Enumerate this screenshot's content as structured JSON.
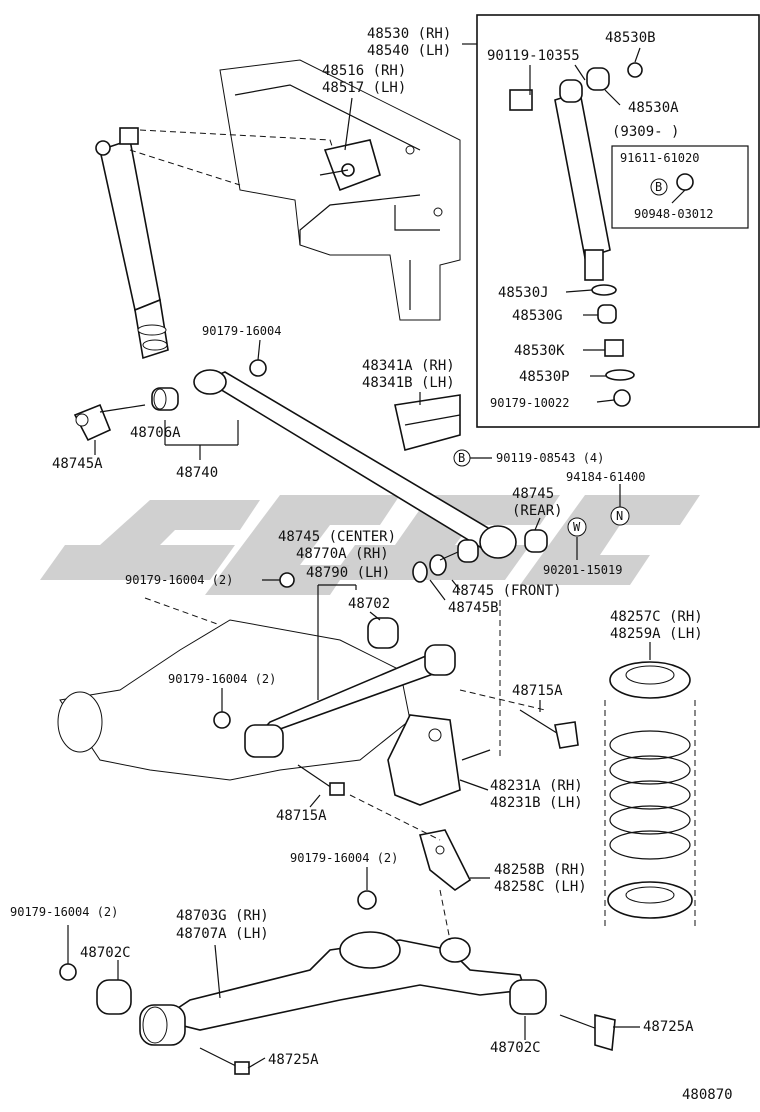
{
  "diagram": {
    "figure_number": "480870",
    "inset": {
      "top_label_rh": "48530 (RH)",
      "top_label_lh": "48540 (LH)",
      "bolt": "90119-10355",
      "bushing_b": "48530B",
      "bushing_a": "48530A",
      "date_range": "(9309-      )",
      "bolt2": "91611-61020",
      "circle_b": "B",
      "washer": "90948-03012",
      "part_j": "48530J",
      "part_g": "48530G",
      "part_k": "48530K",
      "part_p": "48530P",
      "nut": "90179-10022"
    },
    "labels": {
      "bracket_rh": "48516 (RH)",
      "bracket_lh": "48517 (LH)",
      "nut_upper": "90179-16004",
      "bump_rh": "48341A (RH)",
      "bump_lh": "48341B (LH)",
      "bushing_706a": "48706A",
      "bolt_745a": "48745A",
      "rod_740": "48740",
      "circle_b2": "B",
      "bolt_08543": "90119-08543 (4)",
      "rivet": "94184-61400",
      "circle_n": "N",
      "part_745": "48745",
      "rear": "(REAR)",
      "center": "48745 (CENTER)",
      "rod_770a": "48770A (RH)",
      "rod_790": "48790 (LH)",
      "circle_w": "W",
      "fitting": "90201-15019",
      "nut_2a": "90179-16004 (2)",
      "front": "48745 (FRONT)",
      "bushing_702": "48702",
      "part_745b": "48745B",
      "insulator_rh": "48257C (RH)",
      "insulator_lh": "48259A (LH)",
      "nut_2b": "90179-16004 (2)",
      "bolt_715a_r": "48715A",
      "bracket_231a": "48231A (RH)",
      "bracket_231b": "48231B (LH)",
      "bolt_715a_l": "48715A",
      "nut_2c": "90179-16004 (2)",
      "bracket_258b": "48258B (RH)",
      "bracket_258c": "48258C (LH)",
      "nut_2d": "90179-16004 (2)",
      "arm_rh": "48703G (RH)",
      "arm_lh": "48707A (LH)",
      "bushing_702c_l": "48702C",
      "bushing_702c_r": "48702C",
      "bolt_725a_r": "48725A",
      "bolt_725a_l": "48725A"
    }
  }
}
